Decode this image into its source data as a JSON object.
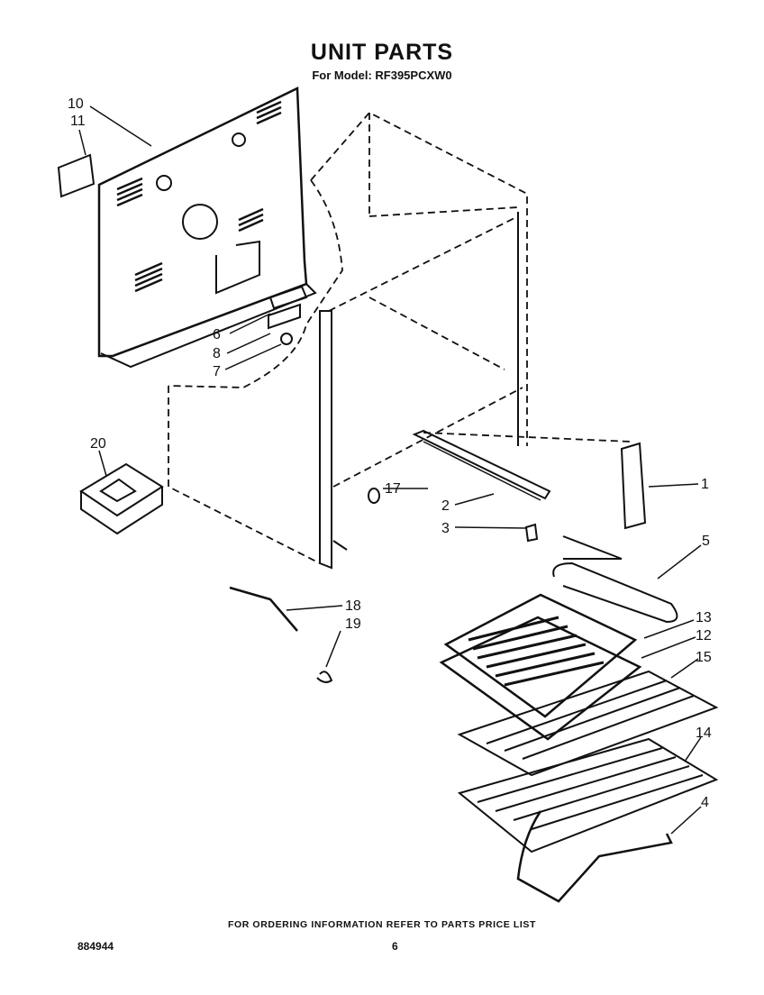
{
  "header": {
    "title": "UNIT PARTS",
    "model_line": "For Model: RF395PCXW0"
  },
  "callouts": [
    {
      "id": "1",
      "label": "1"
    },
    {
      "id": "2",
      "label": "2"
    },
    {
      "id": "3",
      "label": "3"
    },
    {
      "id": "4",
      "label": "4"
    },
    {
      "id": "5",
      "label": "5"
    },
    {
      "id": "6",
      "label": "6"
    },
    {
      "id": "7",
      "label": "7"
    },
    {
      "id": "8",
      "label": "8"
    },
    {
      "id": "10",
      "label": "10"
    },
    {
      "id": "11",
      "label": "11"
    },
    {
      "id": "12",
      "label": "12"
    },
    {
      "id": "13",
      "label": "13"
    },
    {
      "id": "14",
      "label": "14"
    },
    {
      "id": "15",
      "label": "15"
    },
    {
      "id": "17",
      "label": "17"
    },
    {
      "id": "18",
      "label": "18"
    },
    {
      "id": "19",
      "label": "19"
    },
    {
      "id": "20",
      "label": "20"
    }
  ],
  "footer": {
    "ordering_note": "FOR ORDERING INFORMATION REFER TO PARTS PRICE LIST",
    "doc_number": "884944",
    "page_number": "6"
  }
}
